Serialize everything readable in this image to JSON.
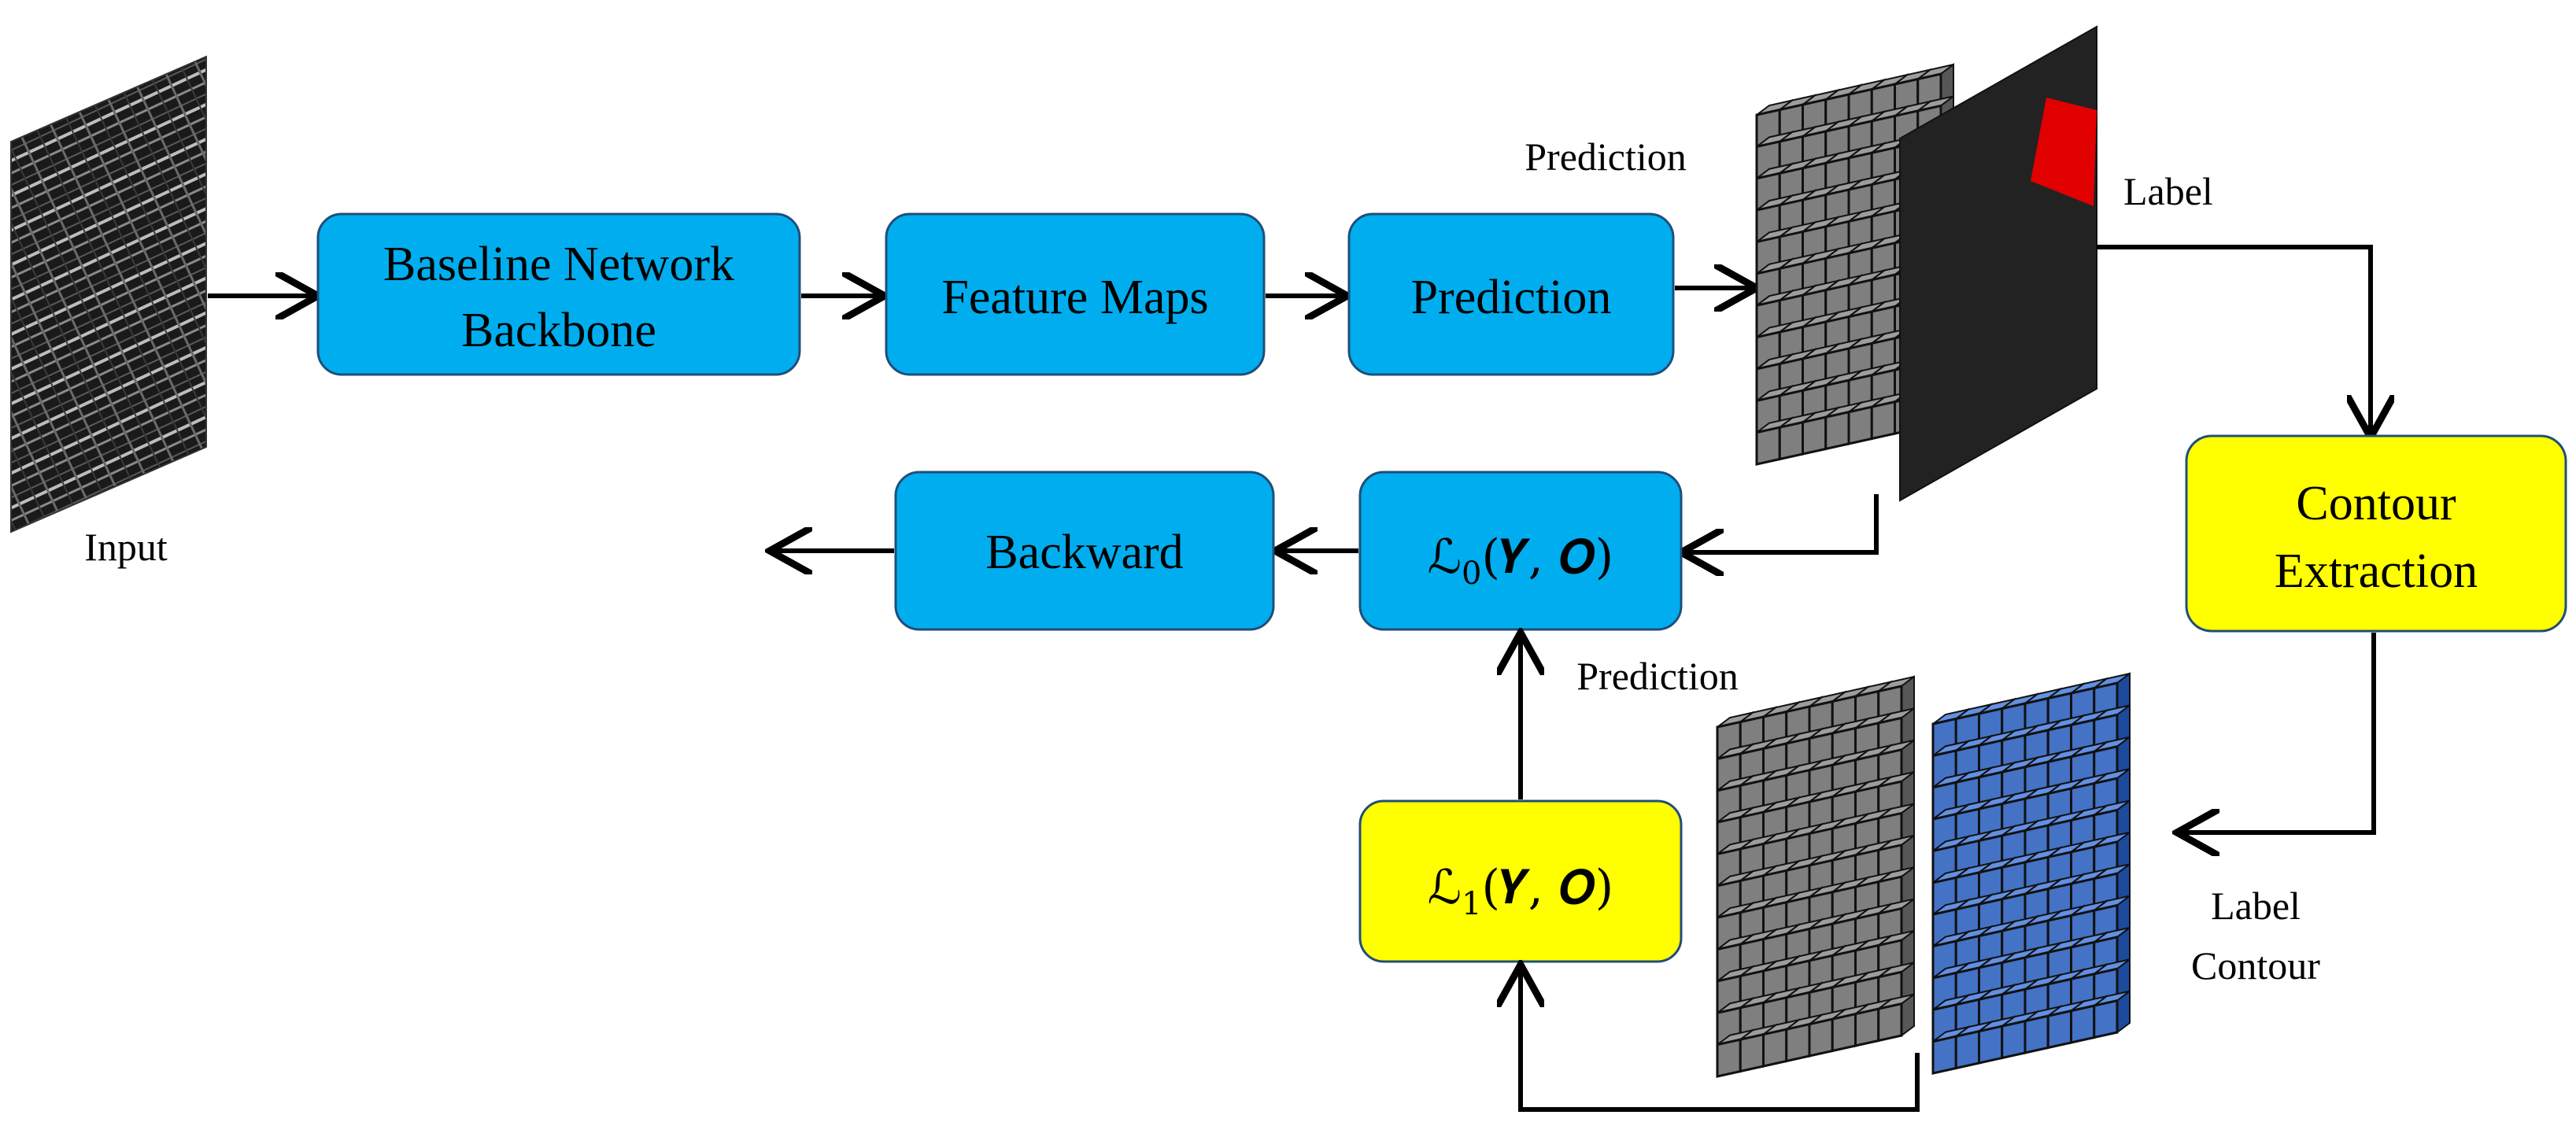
{
  "colors": {
    "blue_box": "#00AEEF",
    "yellow_box": "#FFFF00",
    "box_border": "#1F4E79",
    "grey_grid": "#7F7F7F",
    "blue_grid": "#4472C4",
    "label_image": "#222222",
    "label_region": "#E00000",
    "arrow": "#000000"
  },
  "boxes": {
    "backbone": {
      "line1": "Baseline Network",
      "line2": "Backbone"
    },
    "feature_maps": {
      "label": "Feature Maps"
    },
    "prediction": {
      "label": "Prediction"
    },
    "contour_extraction": {
      "line1": "Contour",
      "line2": "Extraction"
    },
    "backward": {
      "label": "Backward"
    },
    "loss0": {
      "script": "ℒ",
      "sub": "0",
      "args": "(𝒀, 𝑶)"
    },
    "loss1": {
      "script": "ℒ",
      "sub": "1",
      "args": "(𝒀, 𝑶)"
    }
  },
  "labels": {
    "input": "Input",
    "prediction_top": "Prediction",
    "label_top": "Label",
    "prediction_bottom": "Prediction",
    "label_contour_line1": "Label",
    "label_contour_line2": "Contour"
  },
  "icons": {
    "input_image": "satellite-image-icon",
    "prediction_grid": "grid-tensor-icon",
    "label_image": "label-mask-icon",
    "contour_grid": "contour-grid-icon"
  }
}
